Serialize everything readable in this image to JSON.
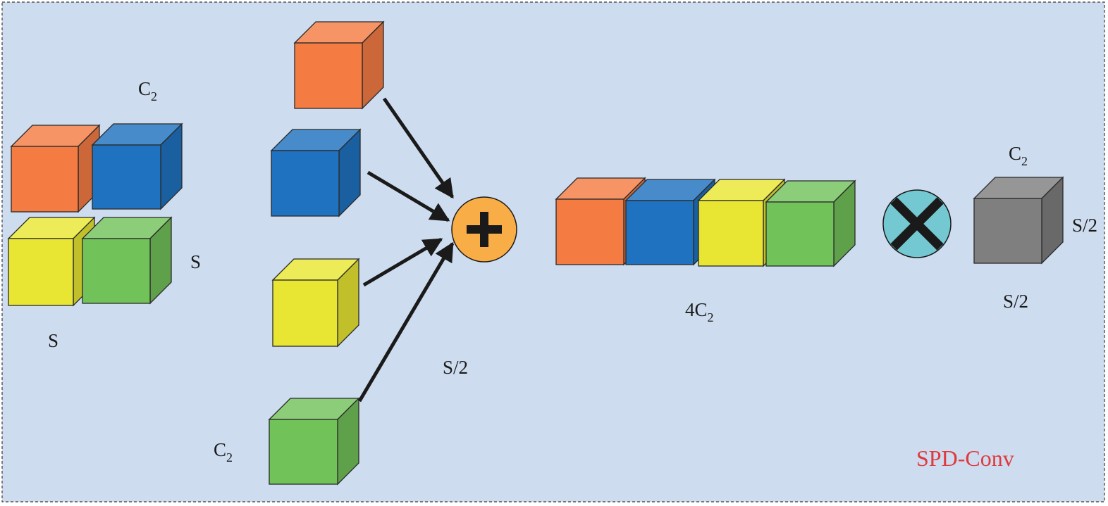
{
  "colors": {
    "background": "#cddcee",
    "border": "#3a3a3a",
    "orange": "#f47c43",
    "blue": "#1f72bf",
    "yellow": "#e9e633",
    "green": "#72c25a",
    "gray": "#7f7f7f",
    "plus_circle": "#f9ad46",
    "times_circle": "#74c8d2",
    "title": "#e03a3e"
  },
  "labels": {
    "c2": "C",
    "c2_sub": "2",
    "s": "S",
    "s_half": "S/2",
    "four_c2": "4C",
    "four_c2_sub": "2"
  },
  "operators": {
    "add": "plus-icon",
    "multiply": "times-icon"
  },
  "title": "SPD-Conv"
}
